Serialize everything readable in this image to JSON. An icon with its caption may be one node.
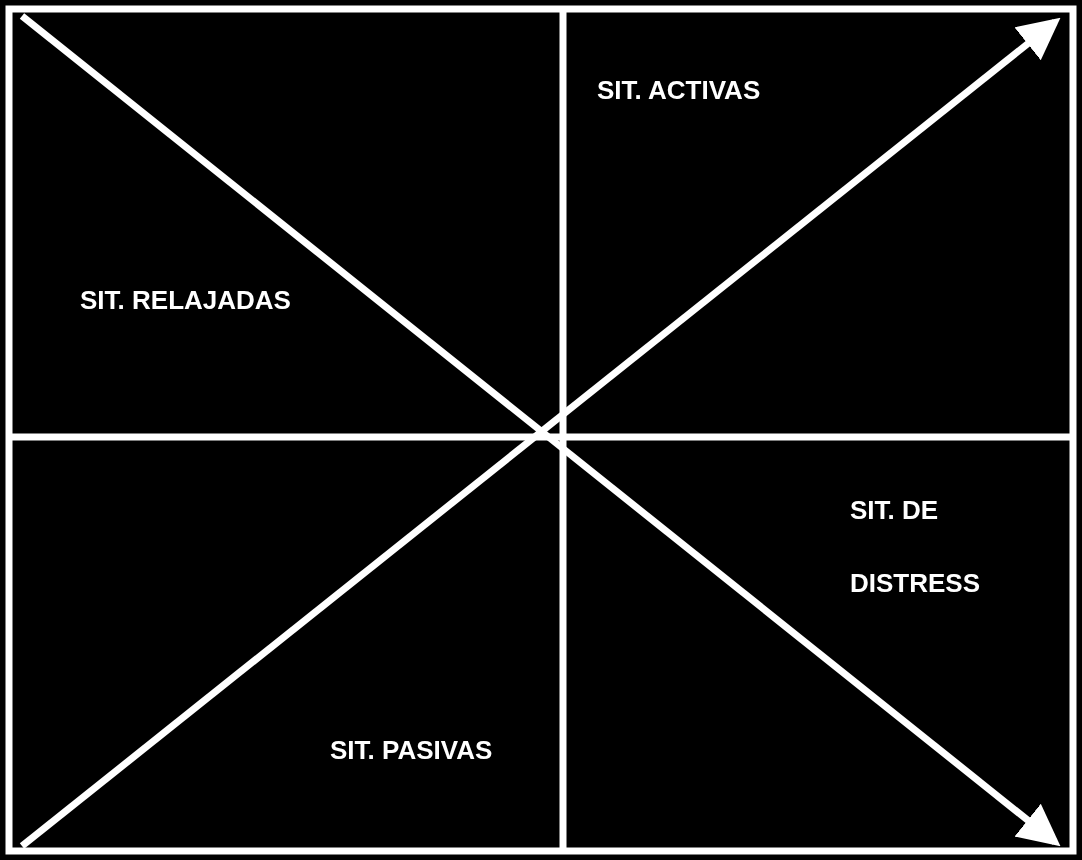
{
  "diagram": {
    "labels": [
      "SIT. ACTIVAS",
      "SIT. RELAJADAS",
      "SIT. DE DISTRESS",
      "SIT. PASIVAS"
    ]
  }
}
